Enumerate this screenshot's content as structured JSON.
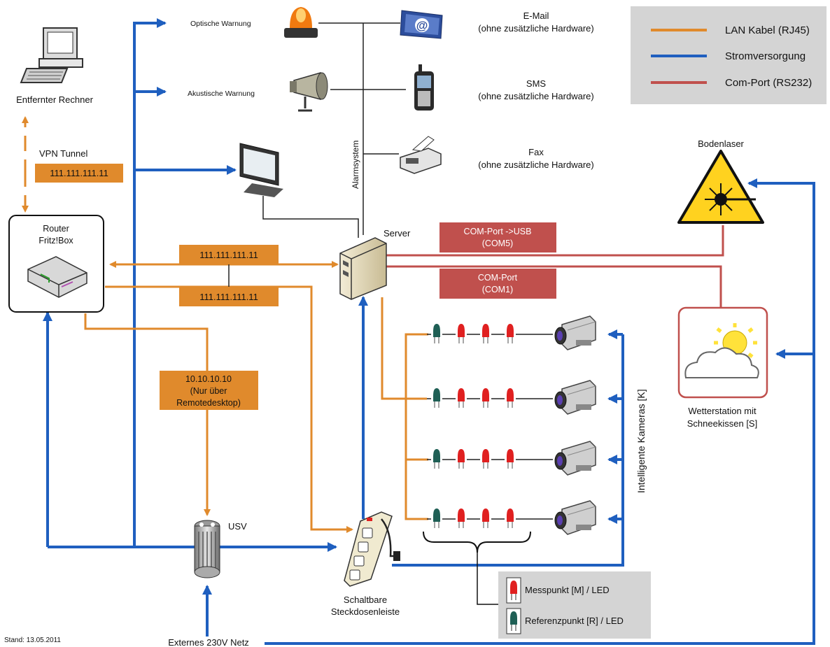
{
  "colors": {
    "lan": "#e08a2c",
    "power": "#1f5fbf",
    "com": "#c0504d",
    "label_box": "#e08a2c",
    "com_box": "#c0504d",
    "legend_bg": "#d4d4d4",
    "led_red": "#e02020",
    "led_green": "#1f5f55"
  },
  "legend": {
    "items": [
      {
        "label": "LAN Kabel (RJ45)",
        "kind": "lan"
      },
      {
        "label": "Stromversorgung",
        "kind": "power"
      },
      {
        "label": "Com-Port (RS232)",
        "kind": "com"
      }
    ]
  },
  "devices": {
    "remote_pc": "Entfernter Rechner",
    "router_line1": "Router",
    "router_line2": "Fritz!Box",
    "server": "Server",
    "usv": "USV",
    "power_strip_line1": "Schaltbare",
    "power_strip_line2": "Steckdosenleiste",
    "weather_line1": "Wetterstation mit",
    "weather_line2": "Schneekissen [S]",
    "ground_laser": "Bodenlaser",
    "cameras": "Intelligente Kameras [K]",
    "alarm_system": "Alarmsystem",
    "external_net": "Externes 230V Netz"
  },
  "warnings": {
    "optical": "Optische Warnung",
    "acoustic": "Akustische Warnung"
  },
  "alarm_channels": [
    {
      "name": "E-Mail",
      "note": "(ohne zusätzliche Hardware)"
    },
    {
      "name": "SMS",
      "note": "(ohne zusätzliche Hardware)"
    },
    {
      "name": "Fax",
      "note": "(ohne zusätzliche Hardware)"
    }
  ],
  "labels": {
    "vpn": "VPN Tunnel",
    "vpn_ip": "111.111.111.11",
    "lan_ip_1": "111.111.111.11",
    "lan_ip_2": "111.111.111.11",
    "remote_ip": "10.10.10.10",
    "remote_note1": "(Nur über",
    "remote_note2": "Remotedesktop)",
    "com_usb_line1": "COM-Port ->USB",
    "com_usb_line2": "(COM5)",
    "com_port_line1": "COM-Port",
    "com_port_line2": "(COM1)"
  },
  "led_legend": {
    "measure": "Messpunkt [M] / LED",
    "reference": "Referenzpunkt [R] / LED"
  },
  "led_rows": [
    [
      "green",
      "red",
      "red",
      "red"
    ],
    [
      "green",
      "red",
      "red",
      "red"
    ],
    [
      "green",
      "red",
      "red",
      "red"
    ],
    [
      "green",
      "red",
      "red",
      "red"
    ]
  ],
  "footer": {
    "date": "Stand: 13.05.2011"
  }
}
